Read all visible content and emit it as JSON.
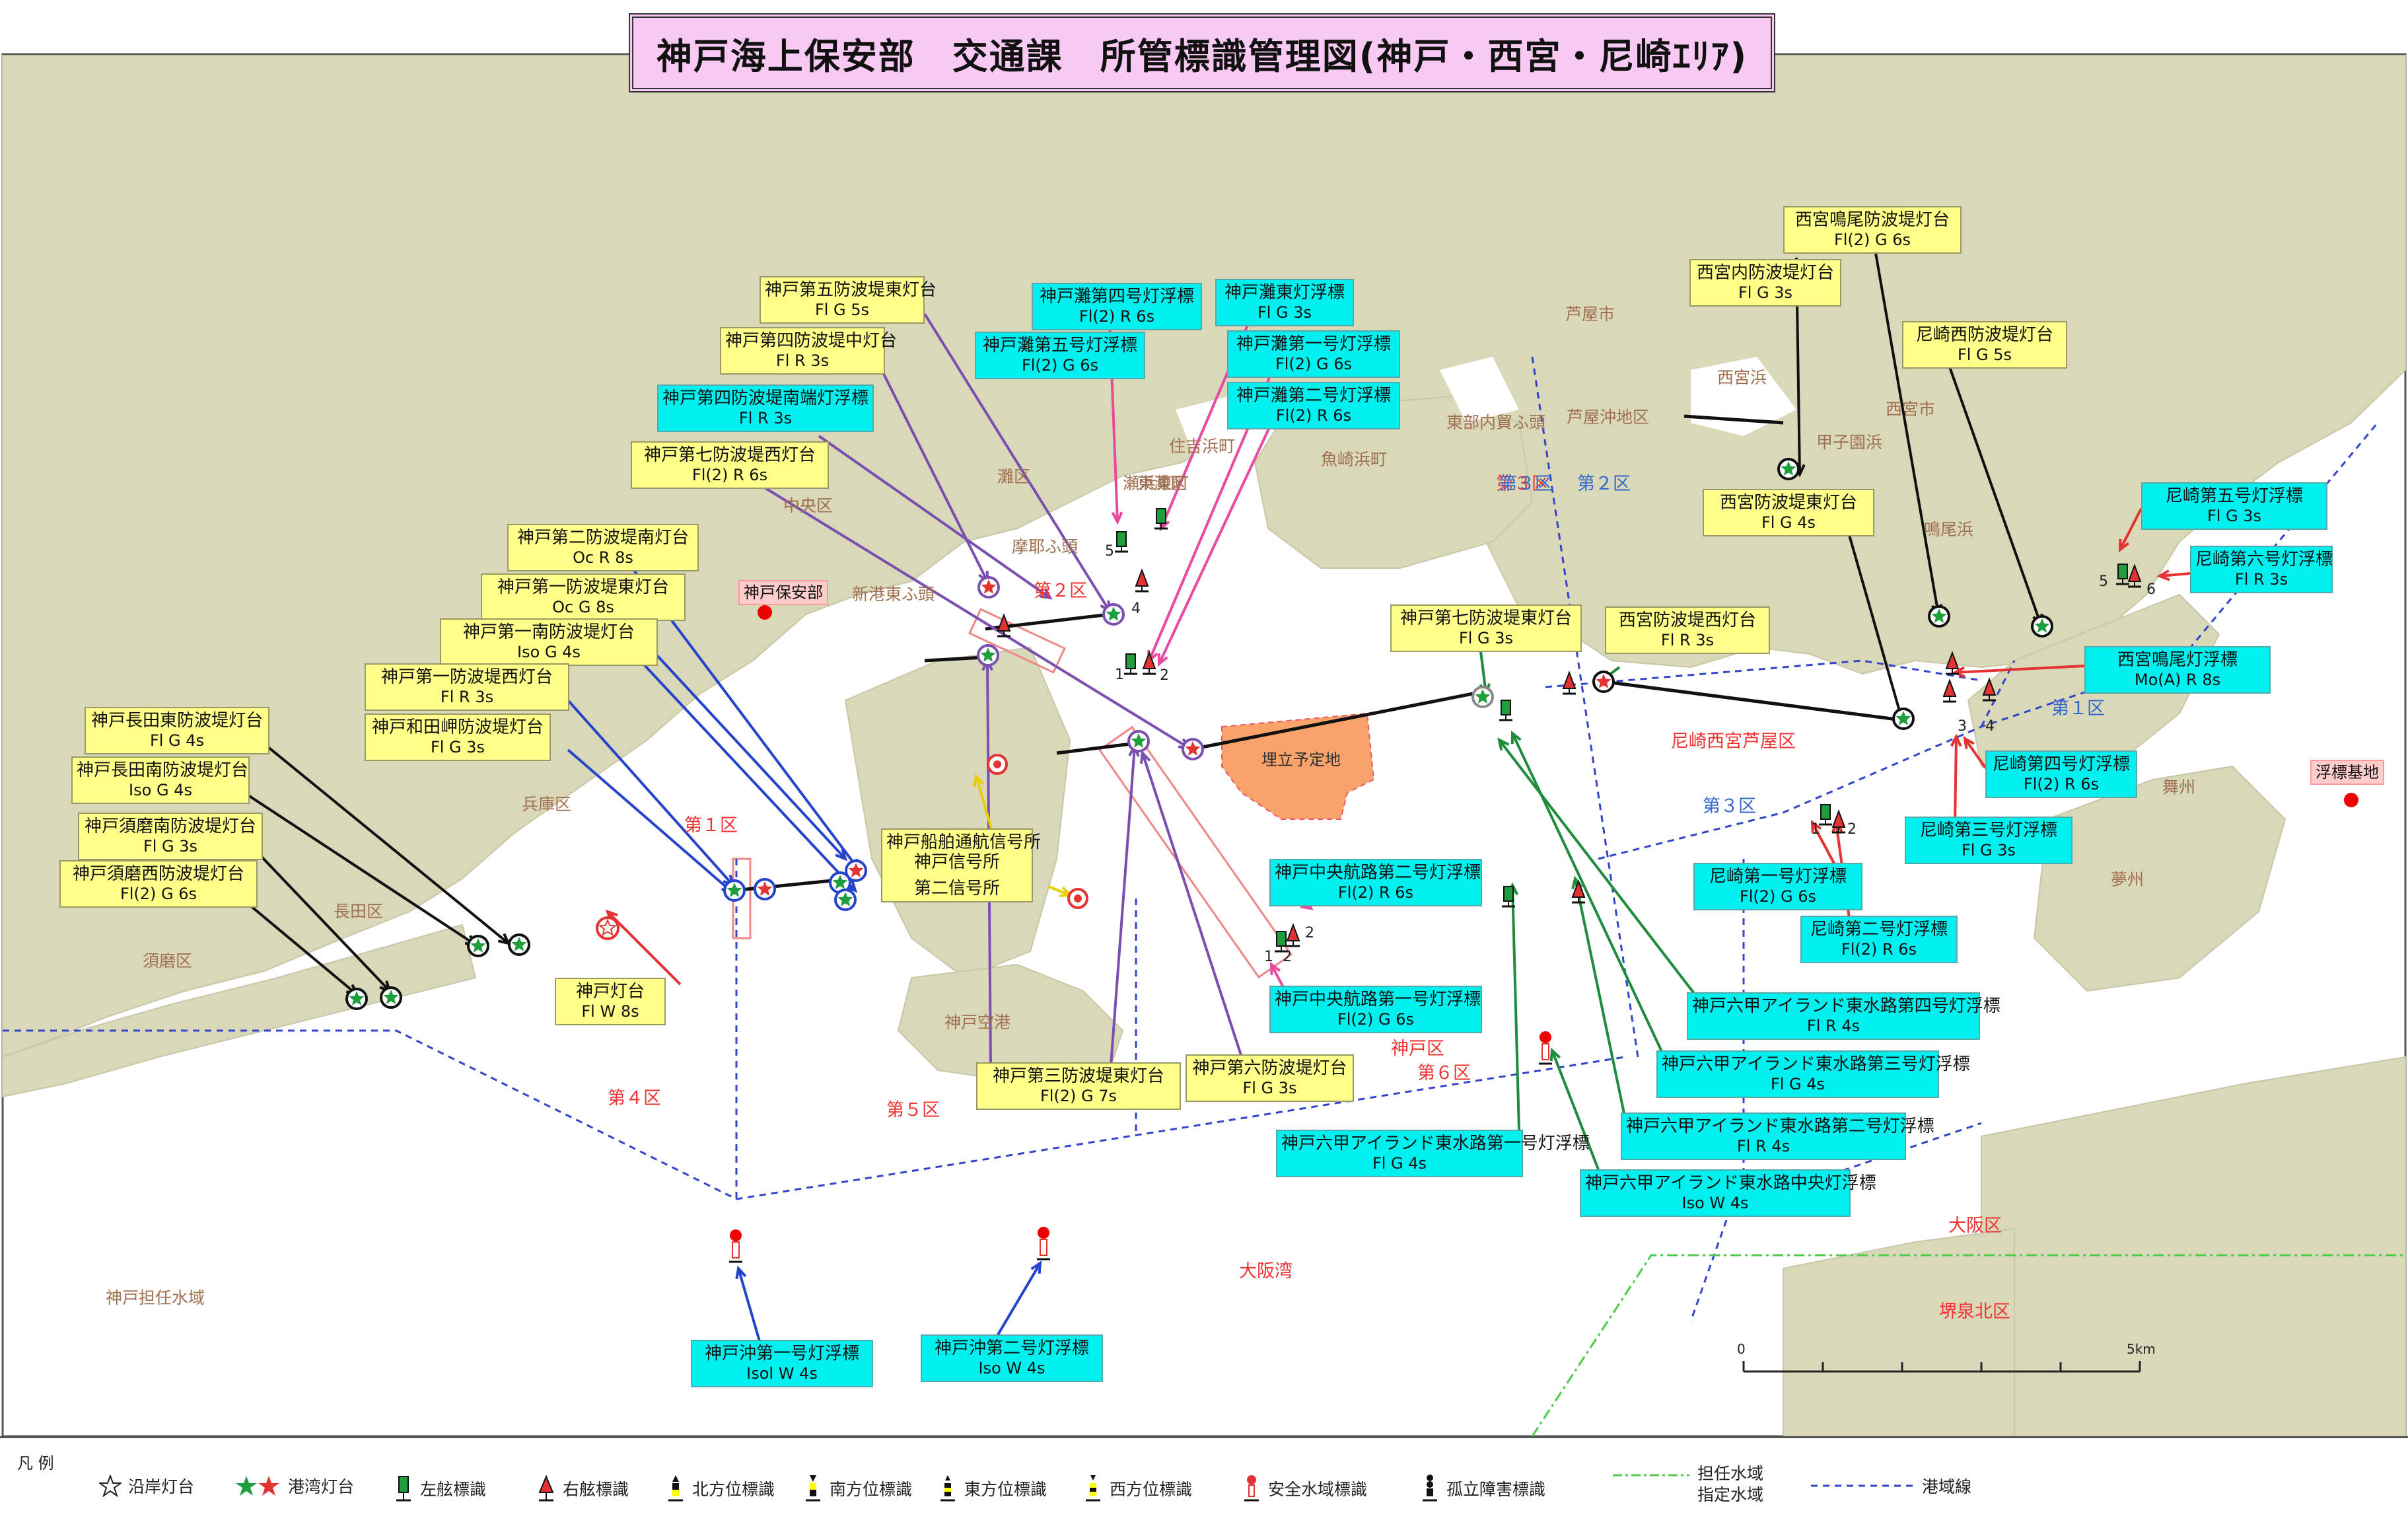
{
  "title": "神戸海上保安部　交通課　所管標識管理図(神戸・西宮・尼崎ｴﾘｱ)",
  "labels_yellow": [
    {
      "name": "神戸第五防波堤東灯台",
      "sig": "Fl G 5s"
    },
    {
      "name": "神戸第四防波堤中灯台",
      "sig": "Fl R 3s"
    },
    {
      "name": "神戸第七防波堤西灯台",
      "sig": "Fl(2) R 6s"
    },
    {
      "name": "神戸第二防波堤南灯台",
      "sig": "Oc R 8s"
    },
    {
      "name": "神戸第一防波堤東灯台",
      "sig": "Oc G 8s"
    },
    {
      "name": "神戸第一南防波堤灯台",
      "sig": "Iso G 4s"
    },
    {
      "name": "神戸第一防波堤西灯台",
      "sig": "Fl R 3s"
    },
    {
      "name": "神戸和田岬防波堤灯台",
      "sig": "Fl G 3s"
    },
    {
      "name": "神戸長田東防波堤灯台",
      "sig": "Fl G 4s"
    },
    {
      "name": "神戸長田南防波堤灯台",
      "sig": "Iso G 4s"
    },
    {
      "name": "神戸須磨南防波堤灯台",
      "sig": "Fl G 3s"
    },
    {
      "name": "神戸須磨西防波堤灯台",
      "sig": "Fl(2) G 6s"
    },
    {
      "name": "神戸灯台",
      "sig": "Fl W 8s"
    },
    {
      "name": "神戸第三防波堤東灯台",
      "sig": "Fl(2) G 7s"
    },
    {
      "name": "神戸第六防波堤灯台",
      "sig": "Fl G 3s"
    },
    {
      "name": "神戸第七防波堤東灯台",
      "sig": "Fl G 3s"
    },
    {
      "name": "西宮防波堤西灯台",
      "sig": "Fl R 3s"
    },
    {
      "name": "西宮内防波堤灯台",
      "sig": "Fl G 3s"
    },
    {
      "name": "西宮鳴尾防波堤灯台",
      "sig": "Fl(2) G 6s"
    },
    {
      "name": "尼崎西防波堤灯台",
      "sig": "Fl G 5s"
    },
    {
      "name": "西宮防波堤東灯台",
      "sig": "Fl G 4s"
    }
  ],
  "labels_cyan": [
    {
      "name": "神戸灘第四号灯浮標",
      "sig": "Fl(2) R 6s"
    },
    {
      "name": "神戸灘東灯浮標",
      "sig": "Fl G 3s"
    },
    {
      "name": "神戸灘第五号灯浮標",
      "sig": "Fl(2) G 6s"
    },
    {
      "name": "神戸灘第一号灯浮標",
      "sig": "Fl(2) G 6s"
    },
    {
      "name": "神戸灘第二号灯浮標",
      "sig": "Fl(2) R 6s"
    },
    {
      "name": "神戸第四防波堤南端灯浮標",
      "sig": "Fl R 3s"
    },
    {
      "name": "神戸中央航路第二号灯浮標",
      "sig": "Fl(2) R 6s"
    },
    {
      "name": "神戸中央航路第一号灯浮標",
      "sig": "Fl(2) G 6s"
    },
    {
      "name": "神戸六甲アイランド東水路第一号灯浮標",
      "sig": "Fl G 4s"
    },
    {
      "name": "神戸六甲アイランド東水路第四号灯浮標",
      "sig": "Fl R 4s"
    },
    {
      "name": "神戸六甲アイランド東水路第三号灯浮標",
      "sig": "Fl G 4s"
    },
    {
      "name": "神戸六甲アイランド東水路第二号灯浮標",
      "sig": "Fl R 4s"
    },
    {
      "name": "神戸六甲アイランド東水路中央灯浮標",
      "sig": "Iso W 4s"
    },
    {
      "name": "神戸沖第一号灯浮標",
      "sig": "Isol W 4s"
    },
    {
      "name": "神戸沖第二号灯浮標",
      "sig": "Iso W 4s"
    },
    {
      "name": "尼崎第五号灯浮標",
      "sig": "Fl G 3s"
    },
    {
      "name": "尼崎第六号灯浮標",
      "sig": "Fl R 3s"
    },
    {
      "name": "西宮鳴尾灯浮標",
      "sig": "Mo(A) R 8s"
    },
    {
      "name": "尼崎第四号灯浮標",
      "sig": "Fl(2) R 6s"
    },
    {
      "name": "尼崎第三号灯浮標",
      "sig": "Fl G 3s"
    },
    {
      "name": "尼崎第一号灯浮標",
      "sig": "Fl(2) G 6s"
    },
    {
      "name": "尼崎第二号灯浮標",
      "sig": "Fl(2) R 6s"
    }
  ],
  "signal_station": [
    "神戸船舶通航信号所",
    "神戸信号所",
    "第二信号所"
  ],
  "areas_red": [
    "第１区",
    "第２区",
    "第３区",
    "第４区",
    "第５区",
    "第６区",
    "尼崎西宮芦屋区",
    "神戸区",
    "大阪湾",
    "大阪区",
    "堺泉北区"
  ],
  "areas_blue": [
    "第３区",
    "第２区",
    "第１区",
    "第３区"
  ],
  "places": [
    "須磨区",
    "長田区",
    "兵庫区",
    "中央区",
    "灘区",
    "東灘区",
    "芦屋市",
    "西宮市",
    "西宮浜",
    "甲子園浜",
    "鳴尾浜",
    "神戸空港",
    "摩耶ふ頭",
    "新港東ふ頭",
    "住吉浜町",
    "魚崎浜町",
    "瀬浜東町",
    "東部内貿ふ頭",
    "芦屋沖地区",
    "舞州",
    "夢州",
    "神戸担任水域"
  ],
  "markers": {
    "kobe_coast_guard": "神戸保安部",
    "buoy_base": "浮標基地",
    "reclaim": "埋立予定地"
  },
  "buoy_numbers": [
    "5",
    "4",
    "1",
    "2",
    "2",
    "1",
    "2",
    "5",
    "6",
    "3",
    "4",
    "1",
    "2"
  ],
  "scale": {
    "start": "0",
    "end": "5km"
  },
  "legend": {
    "head": "凡 例",
    "items": [
      "沿岸灯台",
      "港湾灯台",
      "左舷標識",
      "右舷標識",
      "北方位標識",
      "南方位標識",
      "東方位標識",
      "西方位標識",
      "安全水域標識",
      "孤立障害標識"
    ],
    "water1": "担任水域",
    "water2": "指定水域",
    "harbor_line": "港域線"
  },
  "colors": {
    "land": "#d9d8b8",
    "sea": "#ffffff",
    "title_bg": "#f7c9f3",
    "label_yellow": "#ffff8a",
    "label_cyan": "#00f0f0",
    "reclaim": "#f8a36a",
    "red": "#e53232",
    "green": "#1e9e3c"
  }
}
